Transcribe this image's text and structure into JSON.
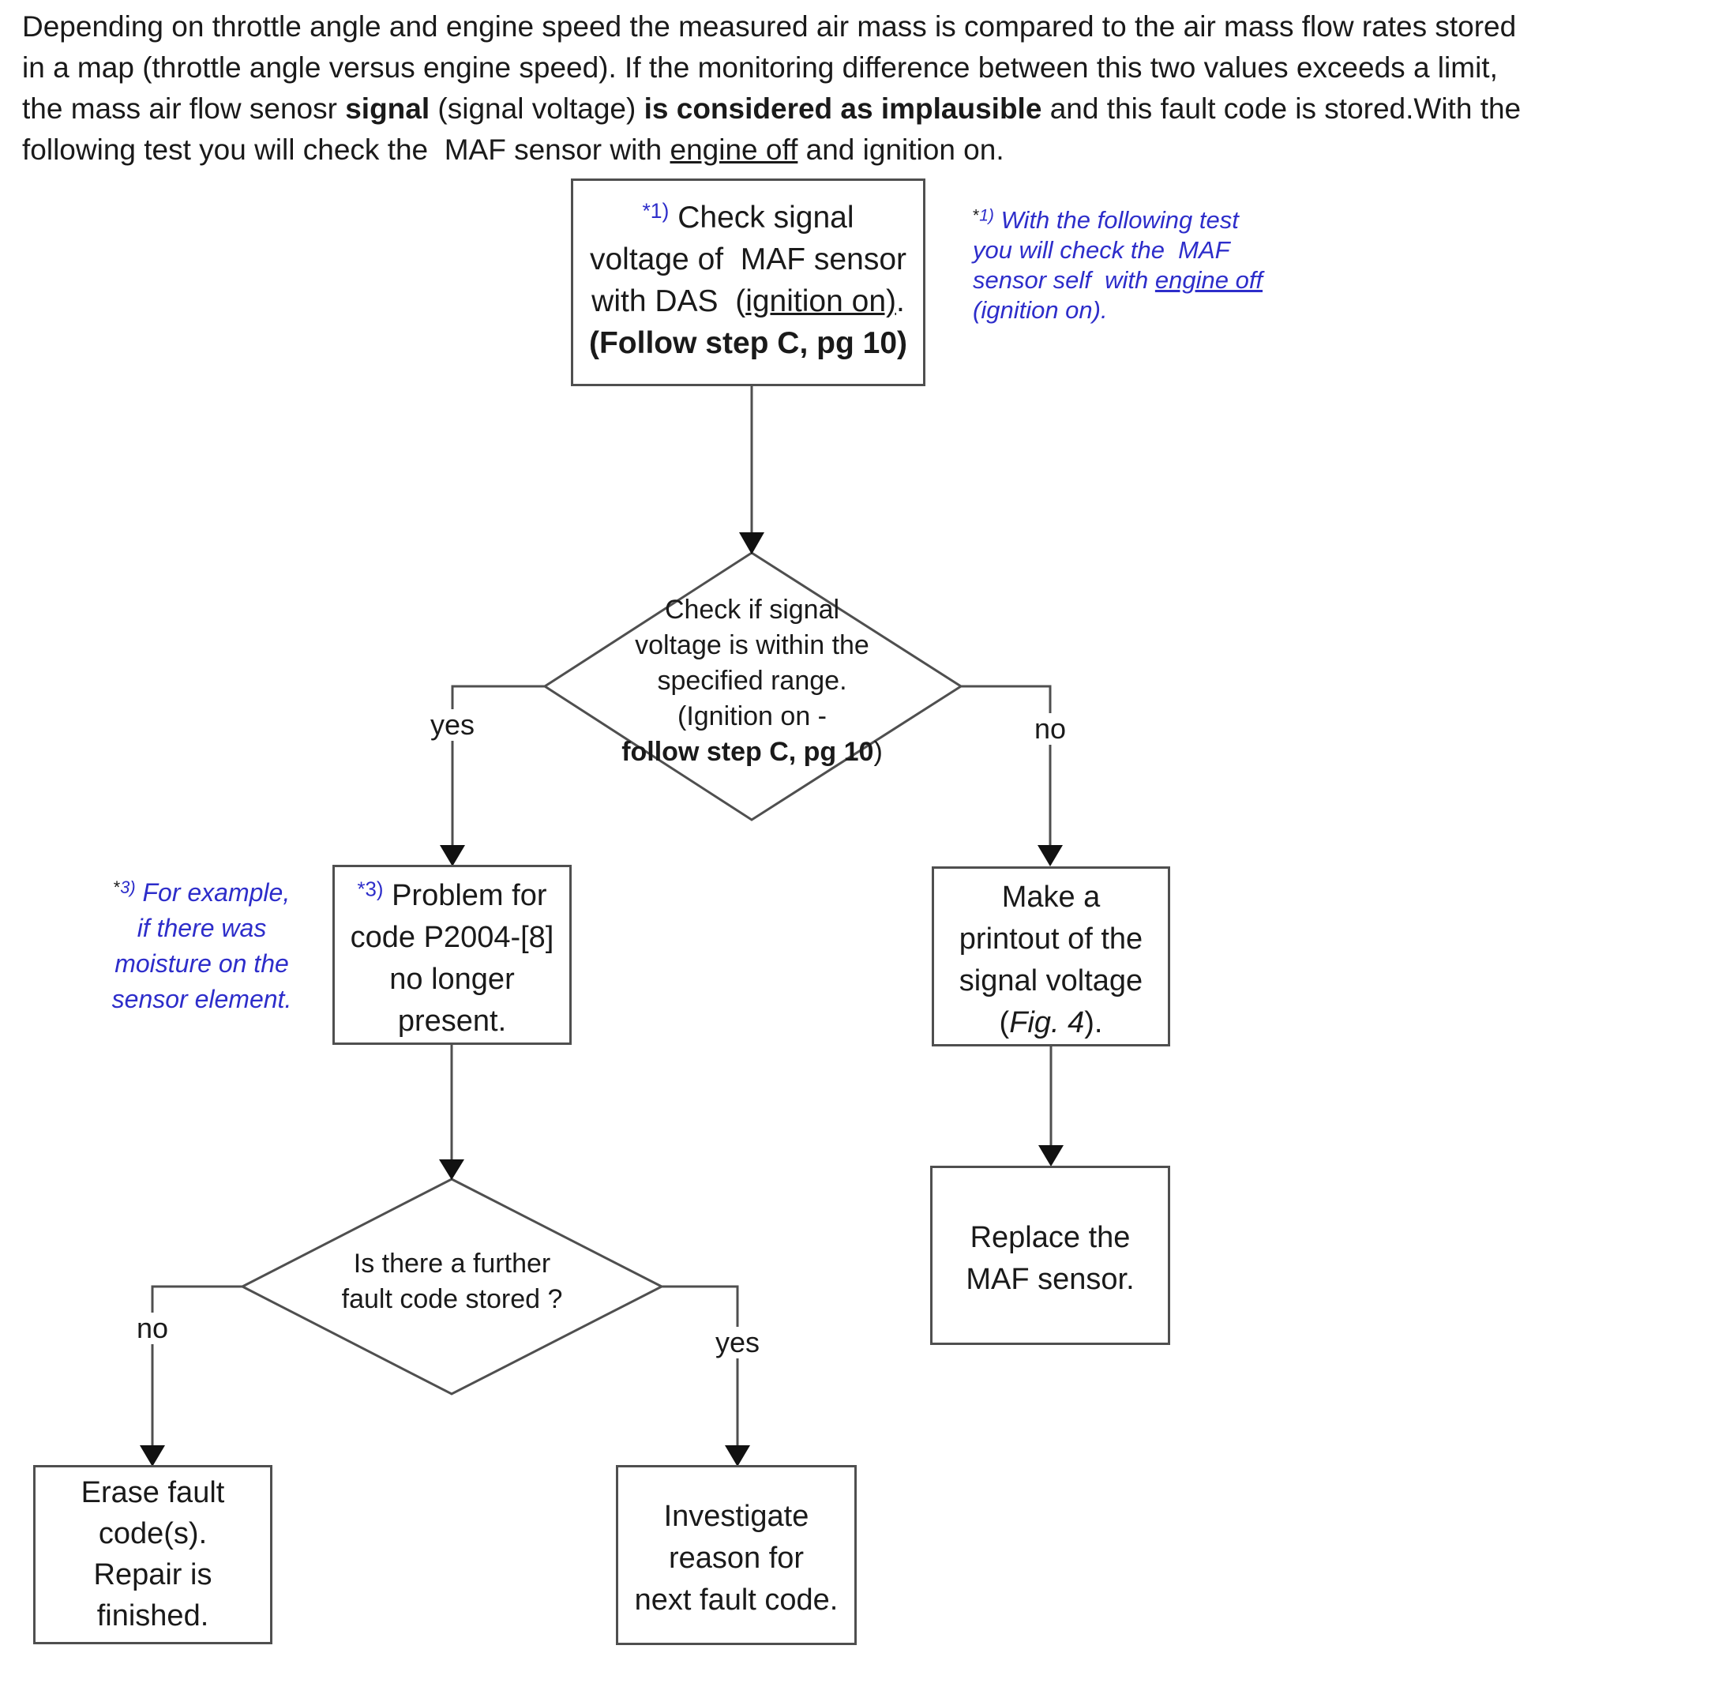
{
  "colors": {
    "annotation_blue": "#2d2dca",
    "ink": "#1a1a1a",
    "line_gray": "#4f4f4f"
  },
  "intro": {
    "line1": "Depending on throttle angle and engine speed the measured air mass is compared to the air mass flow rates stored",
    "line2": "in a map (throttle angle versus engine speed). If the monitoring difference between this two values exceeds a limit,",
    "line3a": "the mass air flow senosr ",
    "line3b": "signal",
    "line3c": " (signal voltage) ",
    "line3d": "is considered as implausible",
    "line3e": " and this fault code is stored.With the",
    "line4a": "following test you will check the  MAF sensor with ",
    "line4b": "engine off",
    "line4c": " and ignition on."
  },
  "flow": {
    "box_check": {
      "marker": "*1)",
      "l1": " Check signal",
      "l2": "voltage of  MAF sensor",
      "l3a": "with DAS  (",
      "l3b": "ignition on)",
      "l3c": ".",
      "l4": "(Follow step C, pg 10)"
    },
    "note1": {
      "star": "*",
      "num": "1)",
      "l1": " With the following test",
      "l2": "you will check the  MAF",
      "l3a": "sensor self  with ",
      "l3b": "engine off",
      "l4": "(ignition on)."
    },
    "decision1": {
      "l1": "Check if signal",
      "l2": "voltage is within the",
      "l3": "specified range.",
      "l4": "(Ignition on -",
      "l5a": "follow step C, pg 10",
      "l5b": ")"
    },
    "labels": {
      "yes1": "yes",
      "no1": "no",
      "no2": "no",
      "yes2": "yes"
    },
    "note3": {
      "star": "*",
      "num": "3)",
      "l1": " For example,",
      "l2": "if there was",
      "l3": "moisture on the",
      "l4": "sensor element."
    },
    "box_problem": {
      "marker": "*3)",
      "l1": " Problem for",
      "l2": "code P2004-[8]",
      "l3": "no longer",
      "l4": "present."
    },
    "box_printout": {
      "l1": "Make a",
      "l2": "printout of the",
      "l3": "signal voltage",
      "l4a": "(",
      "l4b": "Fig. 4",
      "l4c": ")."
    },
    "box_replace": {
      "l1": "Replace the",
      "l2": "MAF sensor."
    },
    "decision2": {
      "l1": "Is there a further",
      "l2": "fault code stored ?"
    },
    "box_erase": {
      "l1": "Erase fault",
      "l2": "code(s).",
      "l3": "Repair is",
      "l4": "finished."
    },
    "box_investigate": {
      "l1": "Investigate",
      "l2": "reason for",
      "l3": "next fault code."
    }
  }
}
